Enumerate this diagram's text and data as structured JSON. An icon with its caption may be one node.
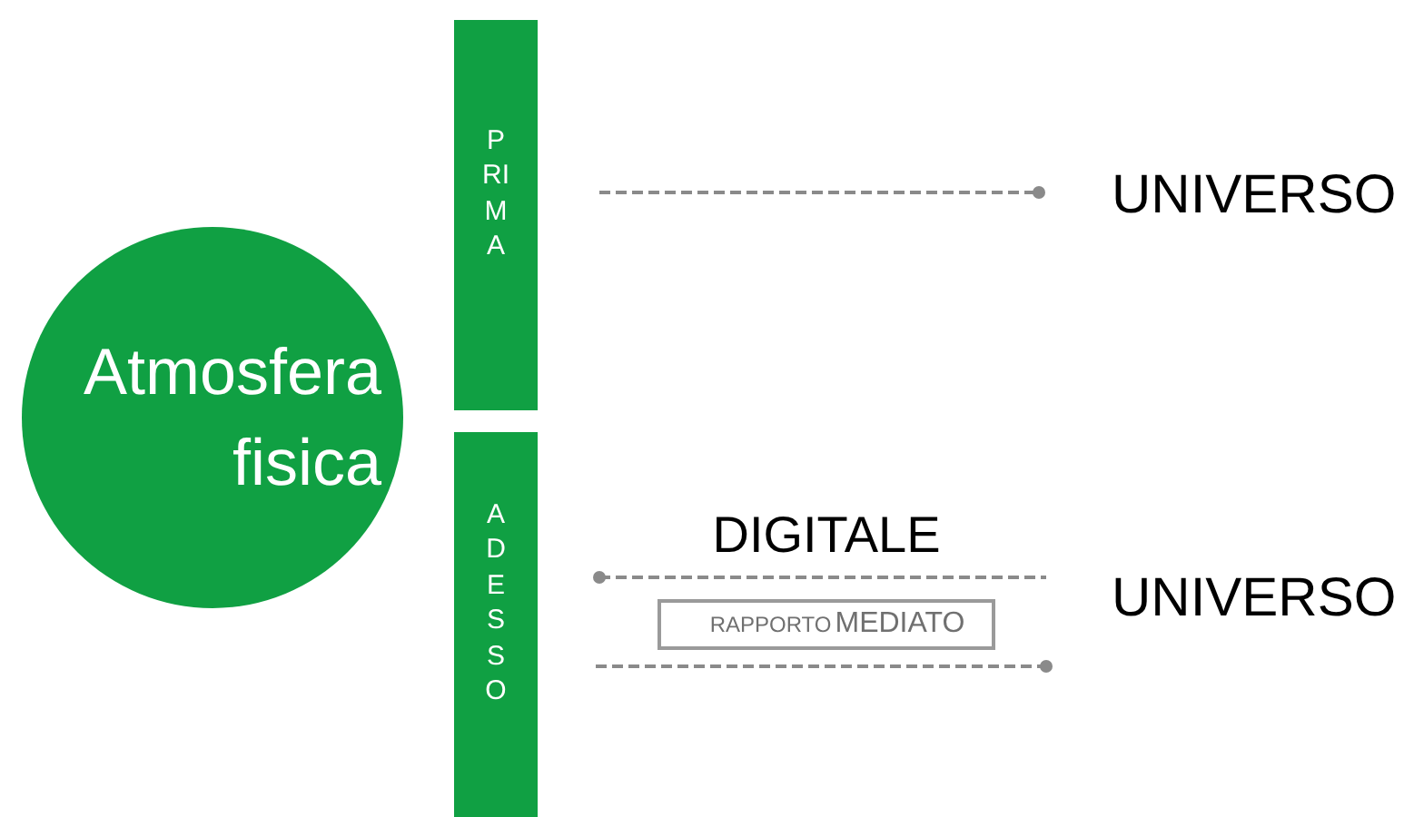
{
  "diagram": {
    "nodes": [
      {
        "text": [
          "Atmosfera fisica"
        ]
      },
      {
        "text": [
          "PRIMA"
        ]
      },
      {
        "text": [
          "ADESSO"
        ]
      },
      {
        "text": [
          "UNIVERSO"
        ]
      },
      {
        "text": [
          "DIGITALE"
        ]
      },
      {
        "text": [
          "RAPPORTO",
          "MEDIATO"
        ]
      },
      {
        "text": [
          "UNIVERSO"
        ]
      }
    ]
  }
}
